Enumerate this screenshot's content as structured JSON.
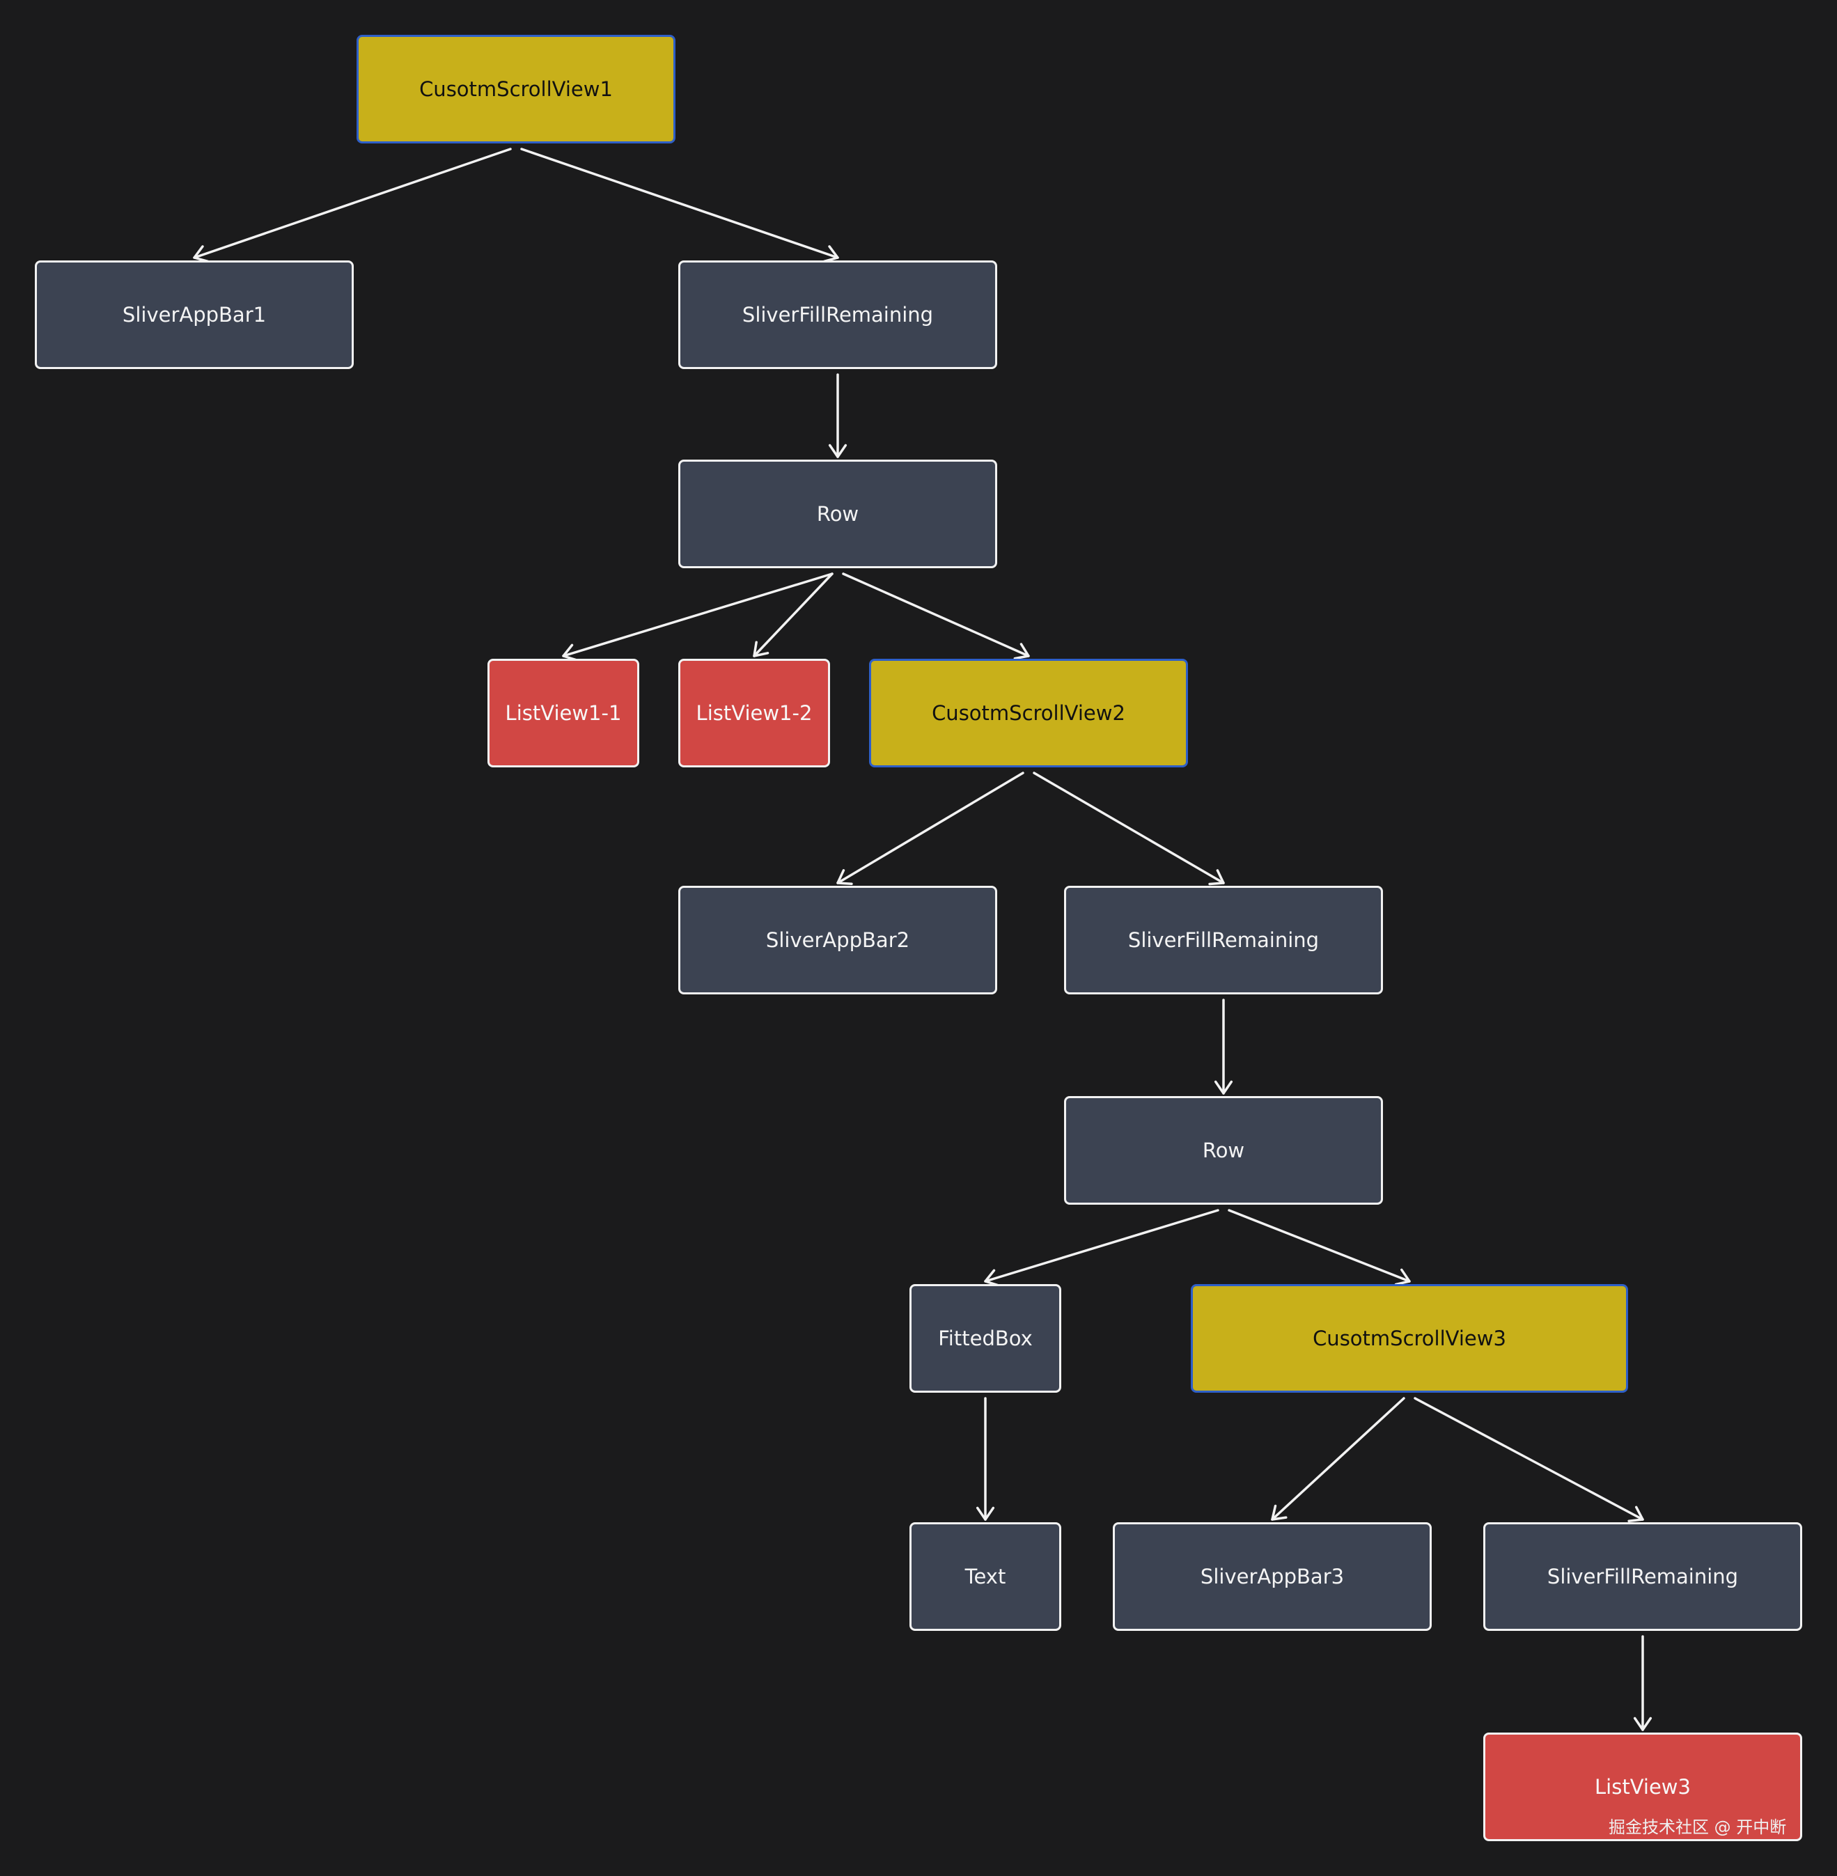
{
  "colors": {
    "background": "#1b1b1c",
    "plain_node": "#3c4352",
    "scroll_view_node": "#c8b01a",
    "scroll_view_border": "#2e5fc8",
    "list_view_node": "#d14744",
    "edge": "#f2f2f2"
  },
  "nodes": [
    {
      "id": "n1",
      "label": "CusotmScrollView1",
      "kind": "scroll"
    },
    {
      "id": "n2",
      "label": "SliverAppBar1",
      "kind": "plain"
    },
    {
      "id": "n3",
      "label": "SliverFillRemaining",
      "kind": "plain"
    },
    {
      "id": "n4",
      "label": "Row",
      "kind": "plain"
    },
    {
      "id": "n5",
      "label": "ListView1-1",
      "kind": "list"
    },
    {
      "id": "n6",
      "label": "ListView1-2",
      "kind": "list"
    },
    {
      "id": "n7",
      "label": "CusotmScrollView2",
      "kind": "scroll"
    },
    {
      "id": "n8",
      "label": "SliverAppBar2",
      "kind": "plain"
    },
    {
      "id": "n9",
      "label": "SliverFillRemaining",
      "kind": "plain"
    },
    {
      "id": "n10",
      "label": "Row",
      "kind": "plain"
    },
    {
      "id": "n11",
      "label": "FittedBox",
      "kind": "plain"
    },
    {
      "id": "n12",
      "label": "CusotmScrollView3",
      "kind": "scroll"
    },
    {
      "id": "n13",
      "label": "Text",
      "kind": "plain"
    },
    {
      "id": "n14",
      "label": "SliverAppBar3",
      "kind": "plain"
    },
    {
      "id": "n15",
      "label": "SliverFillRemaining",
      "kind": "plain"
    },
    {
      "id": "n16",
      "label": "ListView3",
      "kind": "list"
    }
  ],
  "edges": [
    {
      "from": "n1",
      "to": "n2"
    },
    {
      "from": "n1",
      "to": "n3"
    },
    {
      "from": "n3",
      "to": "n4"
    },
    {
      "from": "n4",
      "to": "n5"
    },
    {
      "from": "n4",
      "to": "n6"
    },
    {
      "from": "n4",
      "to": "n7"
    },
    {
      "from": "n7",
      "to": "n8"
    },
    {
      "from": "n7",
      "to": "n9"
    },
    {
      "from": "n9",
      "to": "n10"
    },
    {
      "from": "n10",
      "to": "n11"
    },
    {
      "from": "n10",
      "to": "n12"
    },
    {
      "from": "n11",
      "to": "n13"
    },
    {
      "from": "n12",
      "to": "n14"
    },
    {
      "from": "n12",
      "to": "n15"
    },
    {
      "from": "n15",
      "to": "n16"
    }
  ],
  "watermark": "掘金技术社区 @ 开中断"
}
